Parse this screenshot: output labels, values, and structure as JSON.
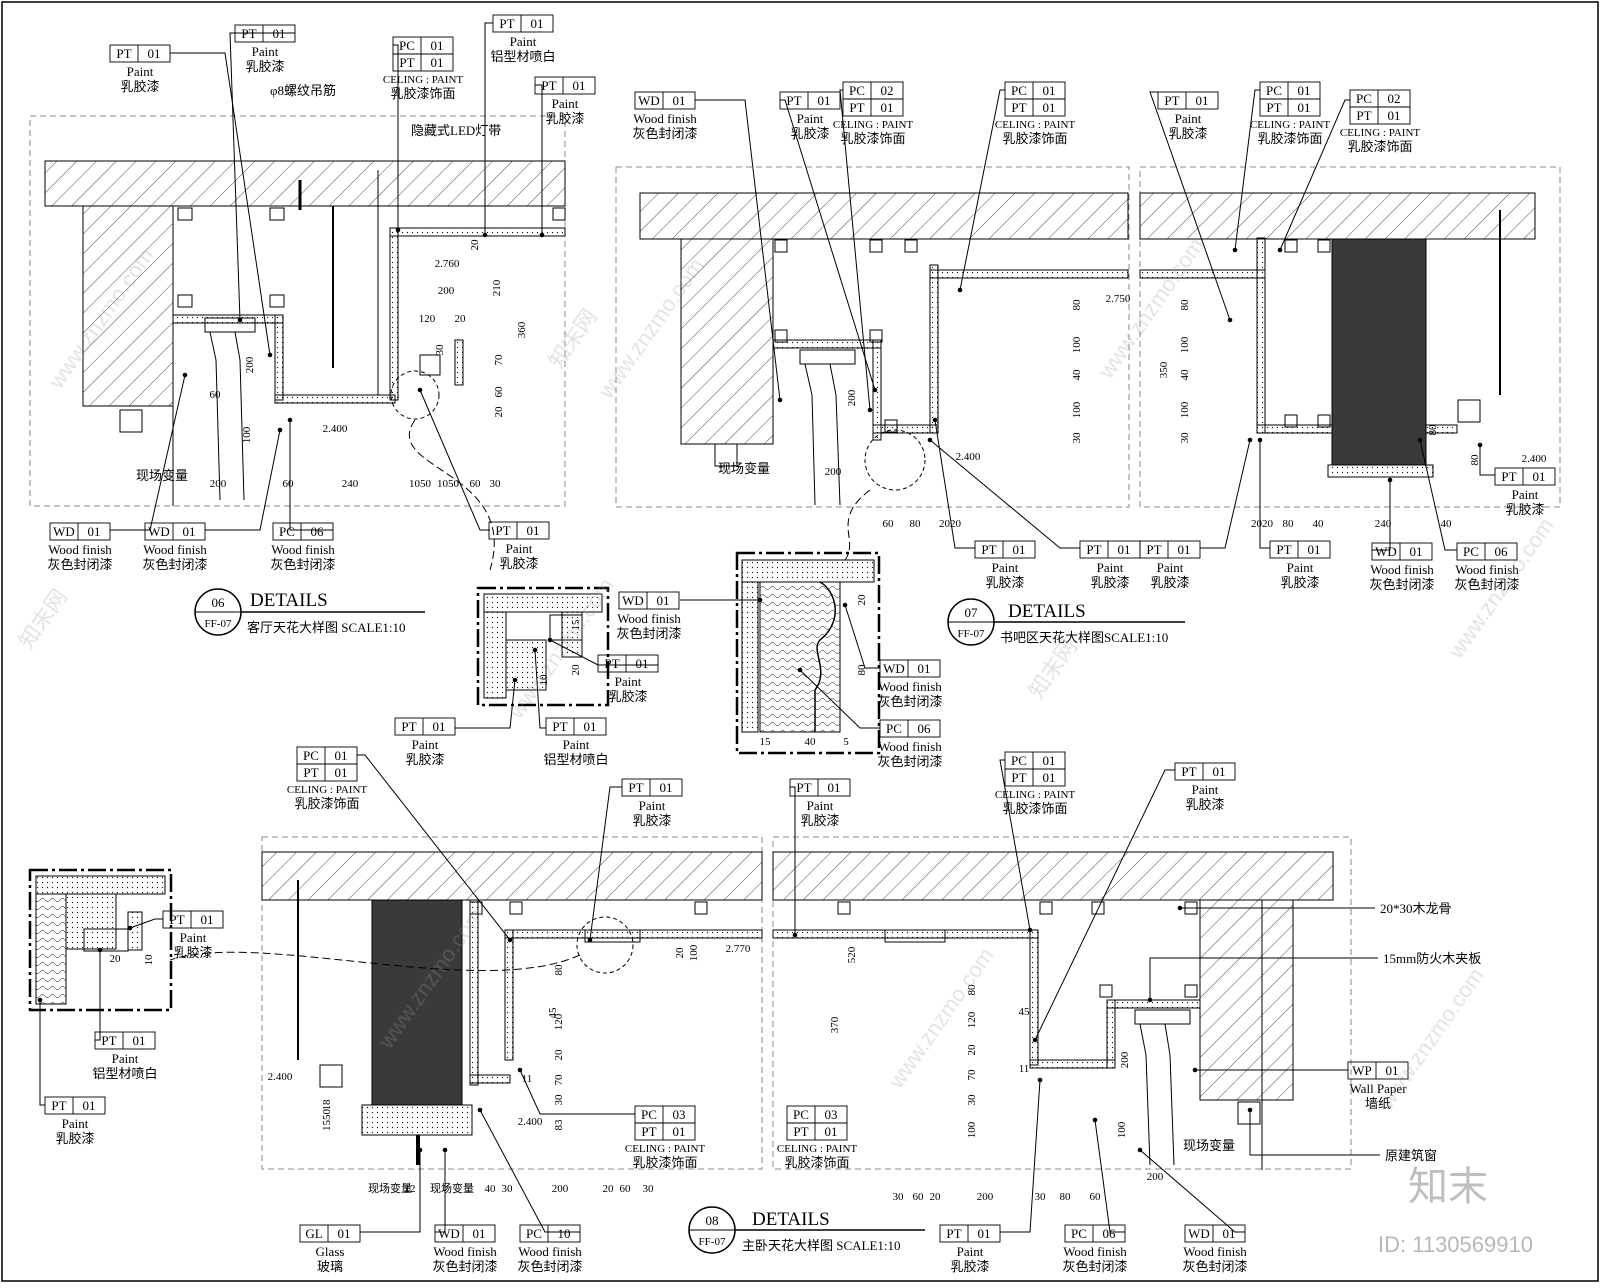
{
  "tags": {
    "pt": "PT",
    "pc": "PC",
    "wd": "WD",
    "gl": "GL",
    "wp": "WP",
    "n01": "01",
    "n02": "02",
    "n03": "03",
    "n06": "06",
    "n10": "10"
  },
  "labels": {
    "paint": "Paint",
    "latex": "乳胶漆",
    "alum_white": "铝型材喷白",
    "wood_finish": "Wood finish",
    "gray_seal": "灰色封闭漆",
    "ceiling_paint": "CELING : PAINT",
    "latex_finish": "乳胶漆饰面",
    "glass": "Glass",
    "glass_cn": "玻璃",
    "wall_paper": "Wall Paper",
    "wall_paper_cn": "墙纸",
    "site_var": "现场变量",
    "site_var_small": "现场变量",
    "rod": "φ8螺纹吊筋",
    "led": "隐藏式LED灯带",
    "keel": "20*30木龙骨",
    "plywood": "15mm防火木夹板",
    "orig_window": "原建筑窗"
  },
  "titles": {
    "details": "DETAILS",
    "d06_no": "06",
    "d06_ref": "FF-07",
    "d06_desc": "客厅天花大样图  SCALE1:10",
    "d07_no": "07",
    "d07_ref": "FF-07",
    "d07_desc": "书吧区天花大样图SCALE1:10",
    "d08_no": "08",
    "d08_ref": "FF-07",
    "d08_desc": "主卧天花大样图  SCALE1:10"
  },
  "dims": {
    "d2760": "2.760",
    "d2750": "2.750",
    "d2400": "2.400",
    "d2770": "2.770",
    "d200": "200",
    "d210": "210",
    "d360": "360",
    "d120": "120",
    "d20": "20",
    "d30": "30",
    "d70": "70",
    "d60": "60",
    "d40": "40",
    "d15": "15",
    "d10": "10",
    "d240": "240",
    "d1050": "1050",
    "d1050b": "1050",
    "d80": "80",
    "d100": "100",
    "d350": "350",
    "d45": "45",
    "d370": "370",
    "d83": "83",
    "d5": "5",
    "d11": "11",
    "d2020": "2020",
    "d1550": "1550",
    "d18": "18",
    "d12": "12",
    "d520": "520"
  },
  "watermarks": {
    "brand": "知末",
    "id": "ID: 1130569910",
    "site": "www.znzmo.com",
    "site_cn": "知末网"
  },
  "colors": {
    "line": "#000000",
    "glass_fill": "#3a3a3a",
    "frame": "#888888",
    "watermark": "#8a8a8a"
  }
}
